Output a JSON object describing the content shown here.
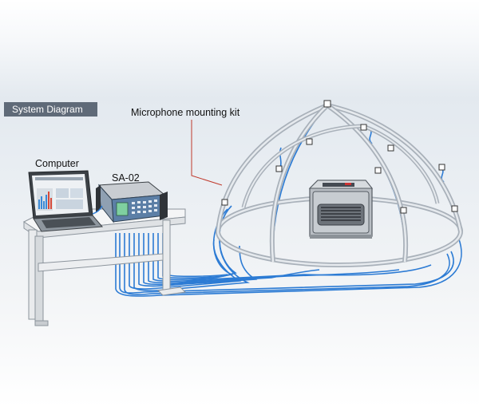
{
  "header": {
    "tag_label": "System Diagram"
  },
  "labels": {
    "computer": "Computer",
    "analyzer": "SA-02",
    "mic_kit": "Microphone mounting kit"
  },
  "colors": {
    "tag_background": "#5f6a78",
    "cable": "#2c7bd4",
    "dome_frame": "#b9c0c8",
    "leader_line": "#c0392b"
  }
}
